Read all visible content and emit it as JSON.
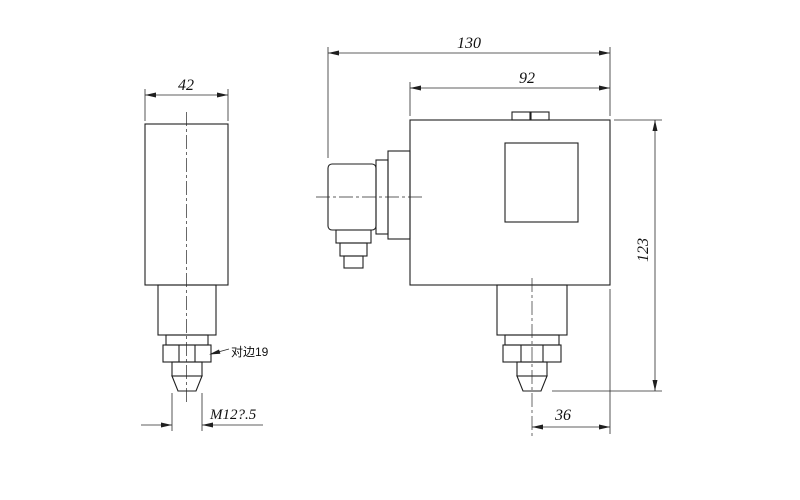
{
  "drawing": {
    "left_view": {
      "dim_width": "42",
      "dim_thread": "M12?.5",
      "label_hex_flats": "对边19"
    },
    "right_view": {
      "dim_overall_width": "130",
      "dim_body_width": "92",
      "dim_height": "123",
      "dim_port_offset": "36"
    }
  }
}
